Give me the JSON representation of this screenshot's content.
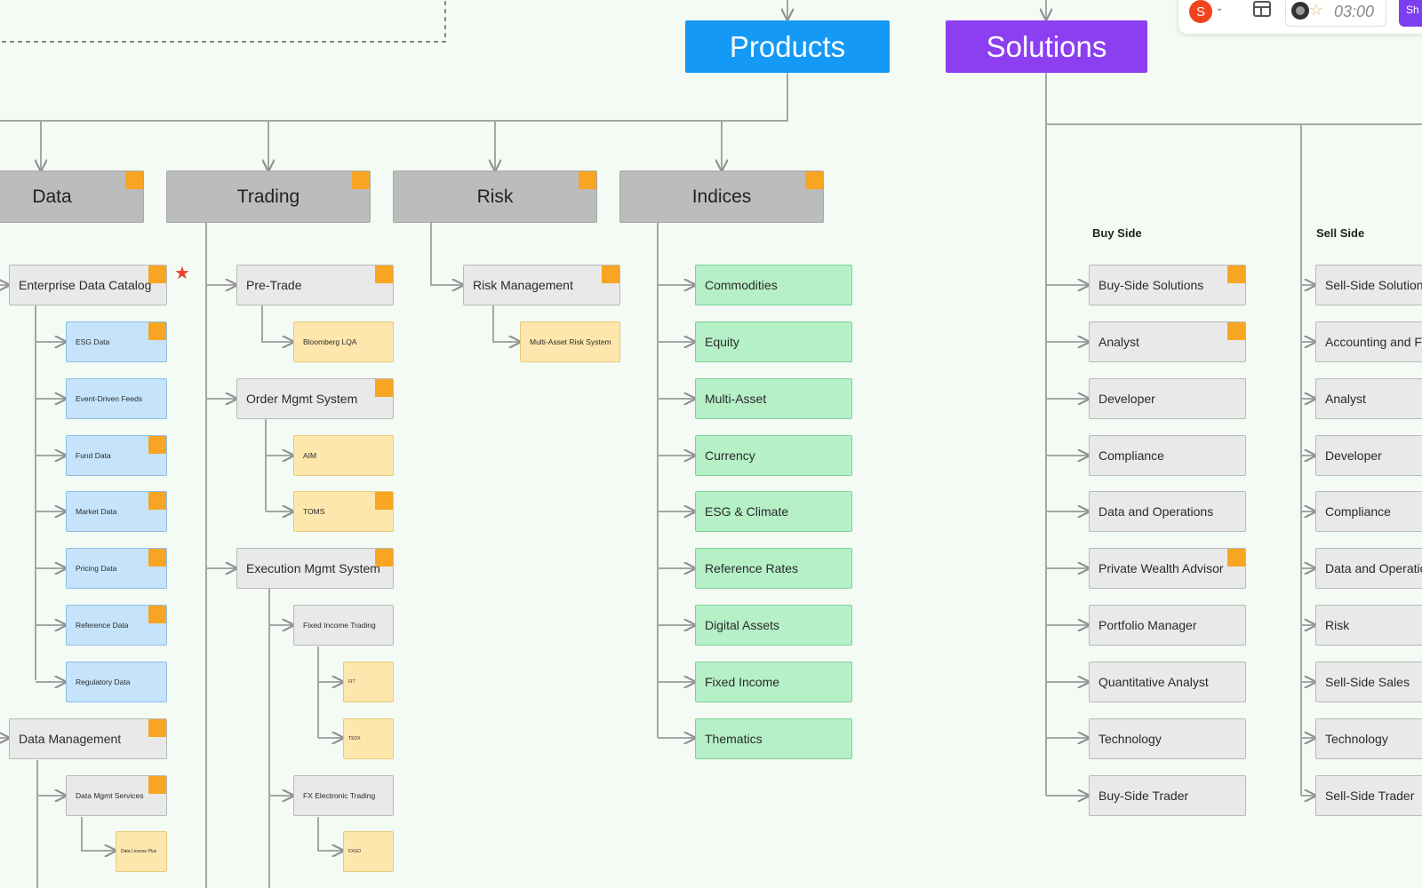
{
  "toolbar": {
    "avatar_initial": "S",
    "timer": "03:00",
    "share_label": "Sh"
  },
  "top": {
    "products": "Products",
    "solutions": "Solutions"
  },
  "products": {
    "data": {
      "label": "Data",
      "enterprise_catalog": "Enterprise Data Catalog",
      "catalog_items": [
        "ESG Data",
        "Event-Driven Feeds",
        "Fund Data",
        "Market Data",
        "Pricing Data",
        "Reference Data",
        "Regulatory Data"
      ],
      "data_management": "Data Management",
      "mgmt_services": "Data Mgmt Services",
      "license_plus": "Data License Plus"
    },
    "trading": {
      "label": "Trading",
      "pre_trade": "Pre-Trade",
      "bloomberg_lqa": "Bloomberg LQA",
      "order_mgmt": "Order Mgmt System",
      "aim": "AIM",
      "toms": "TOMS",
      "execution_mgmt": "Execution Mgmt System",
      "fixed_income_trading": "Fixed Income Trading",
      "fit": "FIT",
      "tsox": "TSOX",
      "fx_electronic": "FX Electronic Trading",
      "fxgo": "FXGO"
    },
    "risk": {
      "label": "Risk",
      "risk_management": "Risk Management",
      "multi_asset": "Multi-Asset Risk System"
    },
    "indices": {
      "label": "Indices",
      "items": [
        "Commodities",
        "Equity",
        "Multi-Asset",
        "Currency",
        "ESG & Climate",
        "Reference Rates",
        "Digital Assets",
        "Fixed Income",
        "Thematics"
      ]
    }
  },
  "solutions": {
    "buy_side": {
      "label": "Buy Side",
      "items": [
        "Buy-Side Solutions",
        "Analyst",
        "Developer",
        "Compliance",
        "Data and Operations",
        "Private Wealth Advisor",
        "Portfolio Manager",
        "Quantitative Analyst",
        "Technology",
        "Buy-Side Trader"
      ]
    },
    "sell_side": {
      "label": "Sell Side",
      "items": [
        "Sell-Side Solution",
        "Accounting and Fi",
        "Analyst",
        "Developer",
        "Compliance",
        "Data and Operatio",
        "Risk",
        "Sell-Side Sales",
        "Technology",
        "Sell-Side Trader"
      ]
    }
  },
  "colors": {
    "products": "#1499f6",
    "solutions": "#8b3ff0",
    "flag": "#f8a523",
    "star": "#e8452c"
  },
  "icons": {
    "favorite": "star-icon",
    "user": "avatar-icon",
    "layout": "layout-icon",
    "timer": "timer-icon"
  }
}
